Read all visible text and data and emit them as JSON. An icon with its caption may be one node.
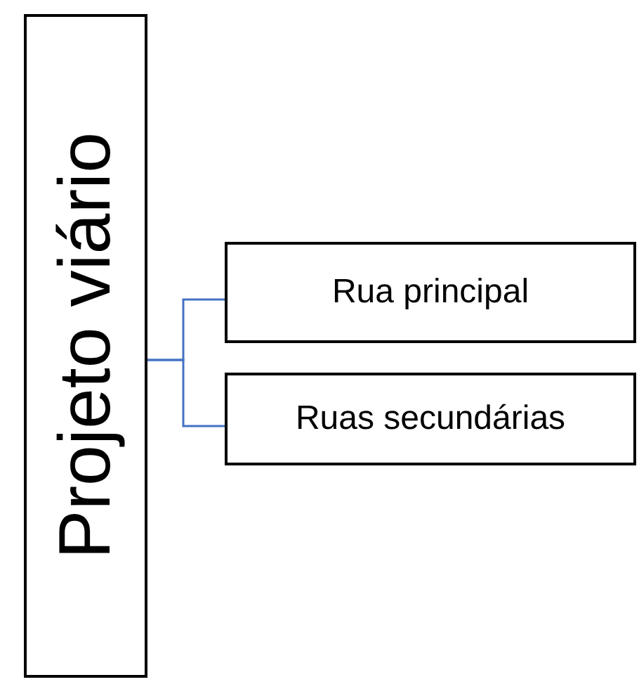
{
  "diagram": {
    "nodes": [
      {
        "text": [
          "Projeto viário"
        ]
      },
      {
        "text": [
          "Rua principal"
        ]
      },
      {
        "text": [
          "Ruas secundárias"
        ]
      }
    ],
    "edges": [
      {
        "from": 0,
        "to": 1,
        "arrow": "none",
        "color": "#4472c4"
      },
      {
        "from": 0,
        "to": 2,
        "arrow": "none",
        "color": "#4472c4"
      }
    ]
  }
}
